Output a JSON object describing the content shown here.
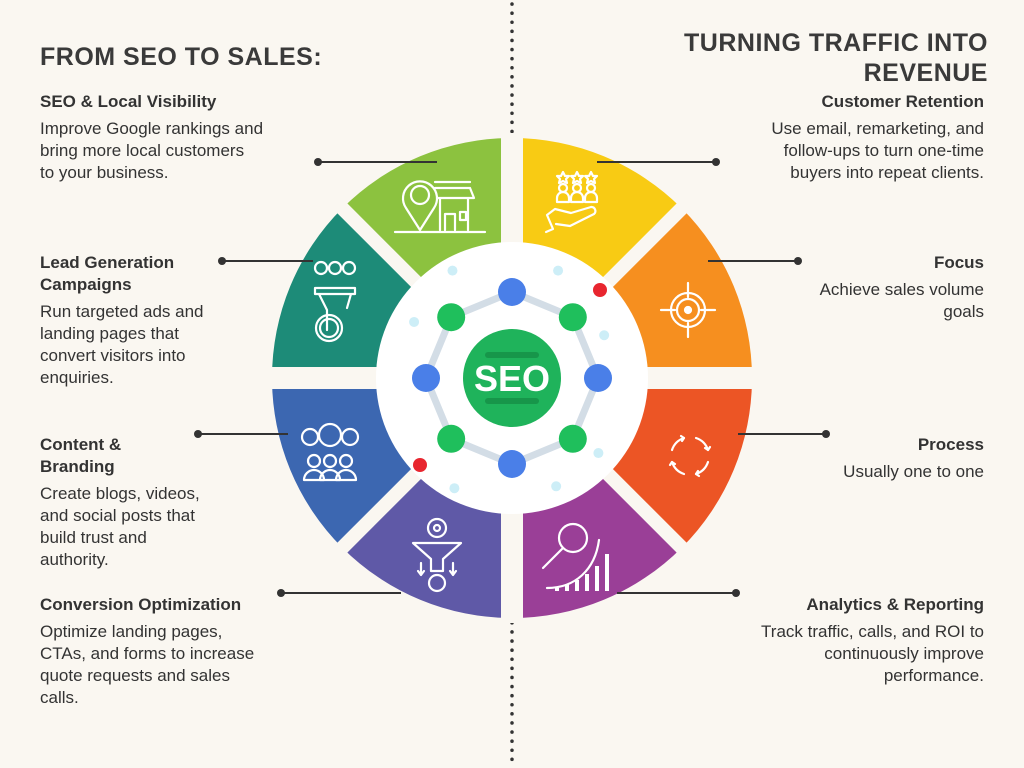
{
  "left_title": "FROM SEO TO SALES:",
  "right_title_lines": [
    "TURNING TRAFFIC INTO",
    "REVENUE"
  ],
  "center_label": "SEO",
  "left_items": [
    {
      "heading_lines": [
        "SEO & Local Visibility"
      ],
      "body_lines": [
        "Improve Google rankings and",
        "bring more local customers",
        "to your business."
      ],
      "icon": "location-house-icon",
      "color": "#8cc23f"
    },
    {
      "heading_lines": [
        "Lead Generation",
        "Campaigns"
      ],
      "body_lines": [
        "Run targeted ads and",
        "landing pages that",
        "convert visitors into",
        "enquiries."
      ],
      "icon": "people-funnel-dollar-icon",
      "color": "#1d8b78"
    },
    {
      "heading_lines": [
        "Content &",
        "Branding"
      ],
      "body_lines": [
        "Create blogs, videos,",
        "and social posts that",
        "build trust and",
        "authority."
      ],
      "icon": "social-engagement-icon",
      "color": "#3c67b1"
    },
    {
      "heading_lines": [
        "Conversion Optimization"
      ],
      "body_lines": [
        "Optimize landing pages,",
        "CTAs, and forms to increase",
        "quote requests and sales",
        "calls."
      ],
      "icon": "gear-funnel-dollar-icon",
      "color": "#5f59a7"
    }
  ],
  "right_items": [
    {
      "heading_lines": [
        "Customer Retention"
      ],
      "body_lines": [
        "Use email, remarketing, and",
        "follow-ups to turn one-time",
        "buyers into repeat clients."
      ],
      "icon": "hand-customers-stars-icon",
      "color": "#f8cb14"
    },
    {
      "heading_lines": [
        "Focus"
      ],
      "body_lines": [
        "Achieve sales volume",
        "goals"
      ],
      "icon": "target-icon",
      "color": "#f68f1f"
    },
    {
      "heading_lines": [
        "Process"
      ],
      "body_lines": [
        "Usually one to one"
      ],
      "icon": "cycle-arrows-icon",
      "color": "#ec5525"
    },
    {
      "heading_lines": [
        "Analytics & Reporting"
      ],
      "body_lines": [
        "Track traffic, calls, and ROI to",
        "continuously improve",
        "performance."
      ],
      "icon": "magnifier-chart-icon",
      "color": "#9a3f97"
    }
  ]
}
